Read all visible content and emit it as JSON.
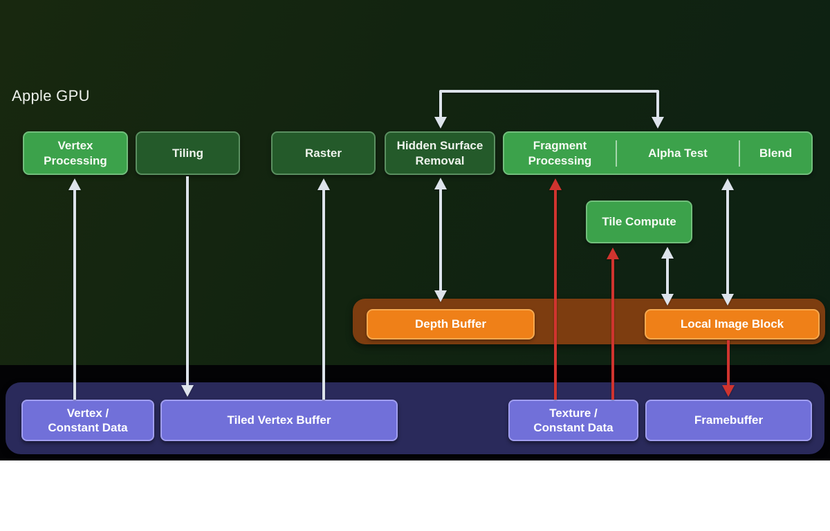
{
  "title": "Apple GPU",
  "stages": {
    "vertex_processing": "Vertex\nProcessing",
    "tiling": "Tiling",
    "raster": "Raster",
    "hidden_surface_removal": "Hidden Surface\nRemoval",
    "fragment_processing": "Fragment\nProcessing",
    "alpha_test": "Alpha Test",
    "blend": "Blend",
    "tile_compute": "Tile Compute"
  },
  "tile_memory": {
    "depth_buffer": "Depth Buffer",
    "local_image_block": "Local Image Block"
  },
  "memory": {
    "vertex_constant_data": "Vertex /\nConstant Data",
    "tiled_vertex_buffer": "Tiled Vertex Buffer",
    "texture_constant_data": "Texture /\nConstant Data",
    "framebuffer": "Framebuffer"
  },
  "colors": {
    "stage_green_bright": "#3ca24b",
    "stage_green_dark": "#245a2a",
    "buffer_orange": "#ef8018",
    "tile_memory_brown": "#7d3d10",
    "memory_navy": "#2a2a5b",
    "memory_purple": "#7170d9",
    "arrow_white": "#dde3eb",
    "arrow_red": "#d0342f",
    "background_green": "#122410"
  },
  "connections": [
    {
      "from": "Vertex / Constant Data",
      "to": "Vertex Processing",
      "color": "white",
      "direction": "up"
    },
    {
      "from": "Tiling",
      "to": "Tiled Vertex Buffer",
      "color": "white",
      "direction": "down"
    },
    {
      "from": "Tiled Vertex Buffer",
      "to": "Raster",
      "color": "white",
      "direction": "up"
    },
    {
      "from": "Hidden Surface Removal",
      "to": "Depth Buffer",
      "color": "white",
      "direction": "both"
    },
    {
      "from": "Hidden Surface Removal",
      "to": "Fragment Processing",
      "color": "white",
      "direction": "loop-over-top"
    },
    {
      "from": "Tile Compute",
      "to": "Local Image Block",
      "color": "white",
      "direction": "both"
    },
    {
      "from": "Blend",
      "to": "Local Image Block",
      "color": "white",
      "direction": "both"
    },
    {
      "from": "Texture / Constant Data",
      "to": "Fragment Processing",
      "color": "red",
      "direction": "up"
    },
    {
      "from": "Texture / Constant Data",
      "to": "Tile Compute",
      "color": "red",
      "direction": "up"
    },
    {
      "from": "Local Image Block",
      "to": "Framebuffer",
      "color": "red",
      "direction": "down"
    }
  ]
}
